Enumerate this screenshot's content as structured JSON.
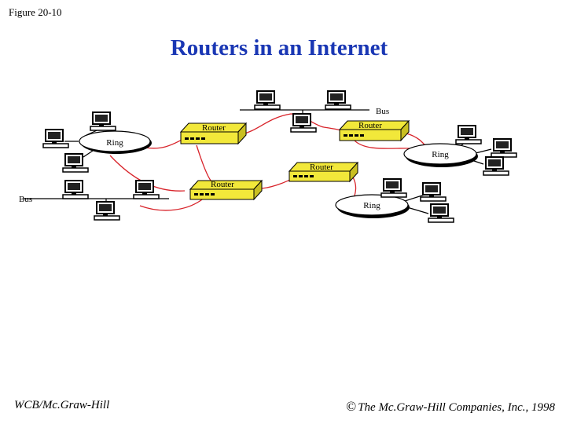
{
  "figure_label": "Figure 20-10",
  "title": "Routers in an Internet",
  "footer": {
    "left": "WCB/Mc.Graw-Hill",
    "copyright_symbol": "©",
    "right": "The Mc.Graw-Hill Companies, Inc., 1998"
  },
  "diagram": {
    "router_label": "Router",
    "ring_label": "Ring",
    "bus_label": "Bus",
    "colors": {
      "router_fill": "#f2e83a",
      "connection_line": "#d8232a",
      "title": "#1a37b4"
    }
  }
}
